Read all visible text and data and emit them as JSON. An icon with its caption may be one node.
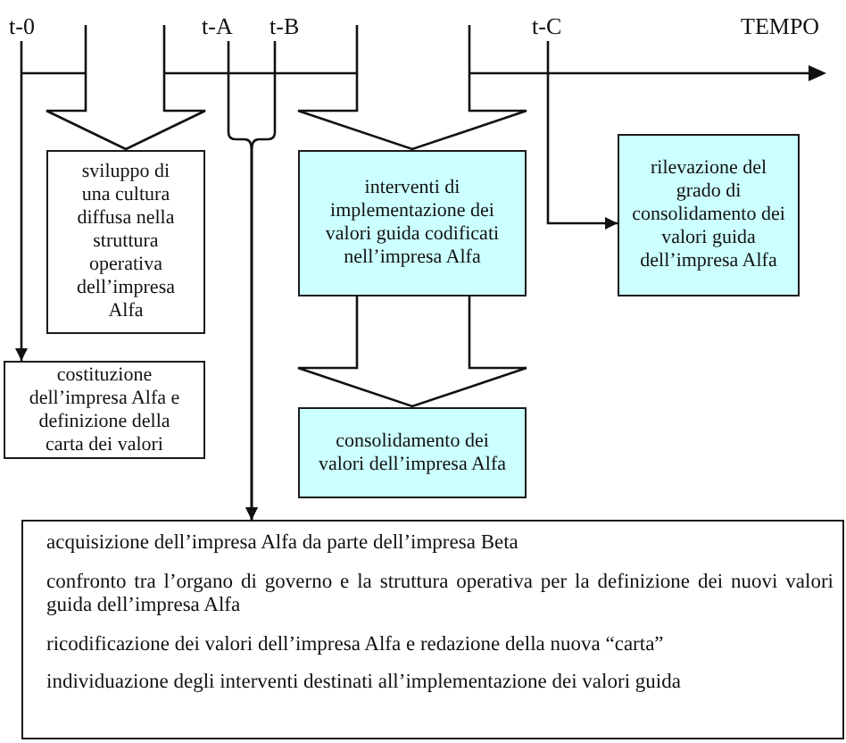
{
  "diagram": {
    "nodes": [
      {
        "text": [
          "t-0"
        ]
      },
      {
        "text": [
          "t-A"
        ]
      },
      {
        "text": [
          "t-B"
        ]
      },
      {
        "text": [
          "t-C"
        ]
      },
      {
        "text": [
          "sviluppo di una cultura diffusa nella struttura operativa dell’impresa Alfa"
        ]
      },
      {
        "text": [
          "interventi di implementazione dei valori guida codificati nell’impresa Alfa"
        ]
      },
      {
        "text": [
          "rilevazione del grado di consolidamento dei valori guida dell’impresa Alfa"
        ]
      },
      {
        "text": [
          "costituzione dell’impresa Alfa e definizione della carta dei valori"
        ]
      },
      {
        "text": [
          "consolidamento dei valori dell’impresa Alfa"
        ]
      },
      {
        "text": [
          "acquisizione dell’impresa Alfa da parte dell’impresa Beta",
          "confronto tra l’organo di governo e la struttura operativa per la definizione dei nuovi valori guida dell’impresa Alfa",
          "ricodificazione dei valori dell’impresa Alfa e redazione della nuova “carta”",
          "individuazione degli interventi destinati all’implementazione dei valori guida"
        ]
      }
    ],
    "edges": [
      {
        "from": 0,
        "to": 7,
        "arrow": "to"
      },
      {
        "from": null,
        "to": 4,
        "arrow": "to",
        "style": "thick"
      },
      {
        "from": 1,
        "to": 9,
        "arrow": "to"
      },
      {
        "from": 2,
        "to": 9,
        "arrow": "to"
      },
      {
        "from": null,
        "to": 5,
        "arrow": "to",
        "style": "thick"
      },
      {
        "from": 3,
        "to": 6,
        "arrow": "to"
      },
      {
        "from": 5,
        "to": 8,
        "arrow": "to",
        "style": "thick"
      }
    ],
    "labels": [
      "TEMPO"
    ]
  }
}
